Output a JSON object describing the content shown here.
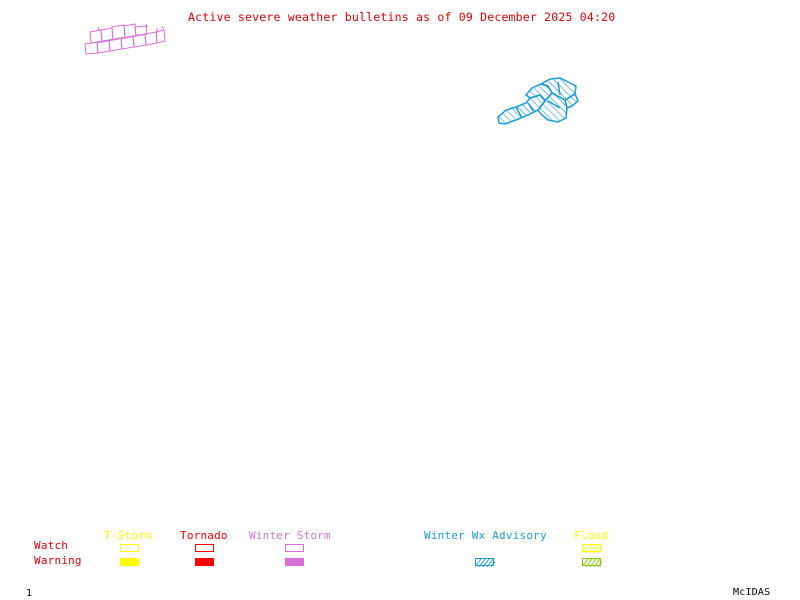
{
  "title": "Active severe weather bulletins as of 09 December 2025 04:20",
  "colors": {
    "title": "#e00000",
    "tstorm": "#ffff00",
    "tornado": "#ff0000",
    "winter_storm": "#d870d8",
    "winter_advisory": "#1a9be0",
    "flood_watch": "#ffff00",
    "flood_warning": "#80d000",
    "row_label": "#e00000"
  },
  "legend": {
    "row_labels": {
      "watch": "Watch",
      "warning": "Warning"
    },
    "columns": [
      {
        "id": "tstorm",
        "label": "T-Storm",
        "watch_style": "outline",
        "warning_style": "filled"
      },
      {
        "id": "tornado",
        "label": "Tornado",
        "watch_style": "outline",
        "warning_style": "filled"
      },
      {
        "id": "winter_storm",
        "label": "Winter Storm",
        "watch_style": "outline",
        "warning_style": "filled"
      },
      {
        "id": "winter_advisory",
        "label": "Winter Wx Advisory",
        "watch_style": "none",
        "warning_style": "hatched"
      },
      {
        "id": "flood",
        "label": "Flood",
        "watch_style": "hatched",
        "warning_style": "hatched"
      }
    ]
  },
  "map_regions": [
    {
      "type": "Winter Storm Warning",
      "style": "outline",
      "area": "northwest"
    },
    {
      "type": "Winter Wx Advisory",
      "style": "hatched",
      "area": "northeast"
    }
  ],
  "footer": {
    "frame_number": "1",
    "software": "McIDAS"
  }
}
